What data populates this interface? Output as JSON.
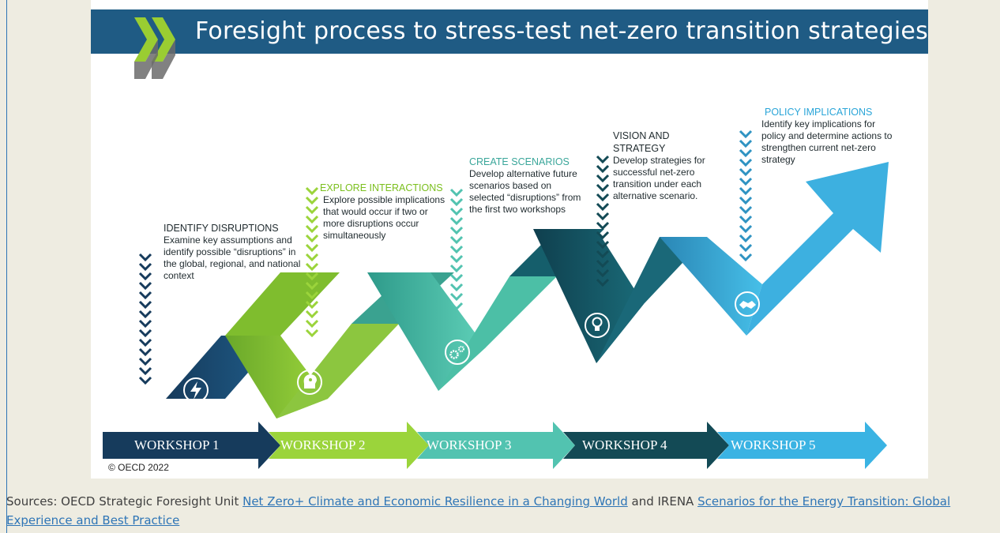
{
  "banner": {
    "title": "Foresight process to stress-test net-zero transition strategies"
  },
  "steps": [
    {
      "heading": "IDENTIFY DISRUPTIONS",
      "description": "Examine key assumptions and identify possible “disruptions” in the global, regional, and national context",
      "icon": "lightning-bolt-icon",
      "heading_color": "#1f2a2e"
    },
    {
      "heading": "EXPLORE INTERACTIONS",
      "description": "Explore possible implications that would occur if two or more disruptions occur simultaneously",
      "icon": "head-gears-icon",
      "heading_color": "#7bbf1e"
    },
    {
      "heading": "CREATE SCENARIOS",
      "description": "Develop alternative future scenarios based on selected “disruptions” from the first two workshops",
      "icon": "gears-icon",
      "heading_color": "#3aa69a"
    },
    {
      "heading": "VISION AND STRATEGY",
      "description": "Develop strategies for successful net-zero transition under each alternative scenario.",
      "icon": "lightbulb-icon",
      "heading_color": "#1f2a2e"
    },
    {
      "heading": "POLICY IMPLICATIONS",
      "description": "Identify key implications for policy and determine actions to strengthen current net-zero strategy",
      "icon": "handshake-icon",
      "heading_color": "#2aa5d8"
    }
  ],
  "workshops": [
    "WORKSHOP 1",
    "WORKSHOP 2",
    "WORKSHOP 3",
    "WORKSHOP 4",
    "WORKSHOP 5"
  ],
  "copyright": "© OECD 2022",
  "sources": {
    "prefix": "Sources: OECD Strategic Foresight Unit ",
    "link1": "Net Zero+ Climate and Economic Resilience in a Changing World",
    "middle": " and IRENA ",
    "link2": "Scenarios for the Energy Transition: Global Experience and Best Practice"
  },
  "colors": {
    "banner": "#1f5b84",
    "segment_dark_blue": "#1c4a78",
    "segment_green": "#8cc63f",
    "segment_teal": "#49b9a3",
    "segment_dark_teal": "#155e6b",
    "segment_blue": "#2f93c2",
    "workshop_1": "#163b5c",
    "workshop_2": "#9bd43b",
    "workshop_3": "#52c3b0",
    "workshop_4": "#134a55",
    "workshop_5": "#3ab3e3"
  }
}
